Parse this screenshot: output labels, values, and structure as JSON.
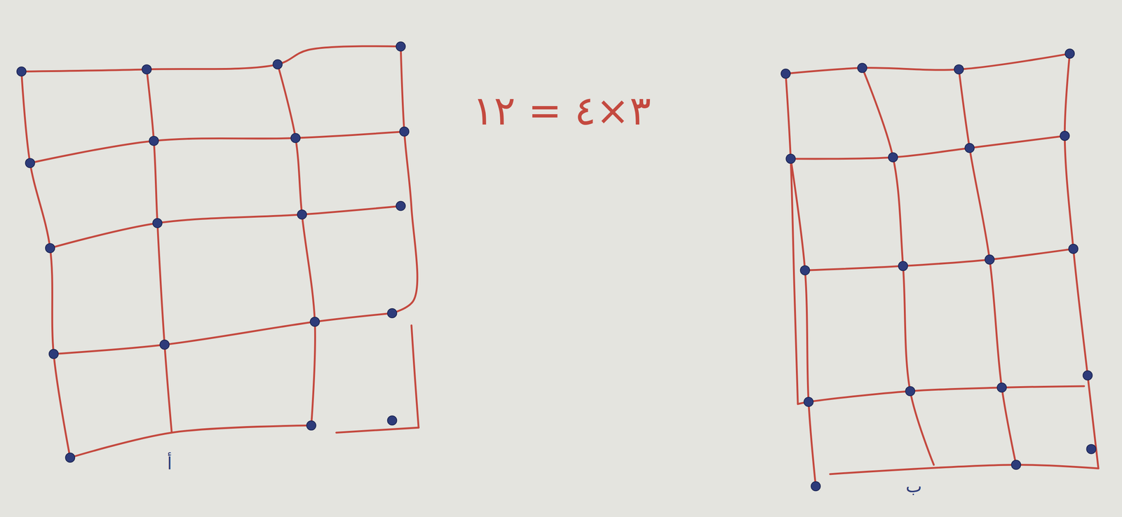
{
  "diagram": {
    "labels": [
      "٣×٤ = ١٢",
      "أ",
      "ب"
    ]
  }
}
